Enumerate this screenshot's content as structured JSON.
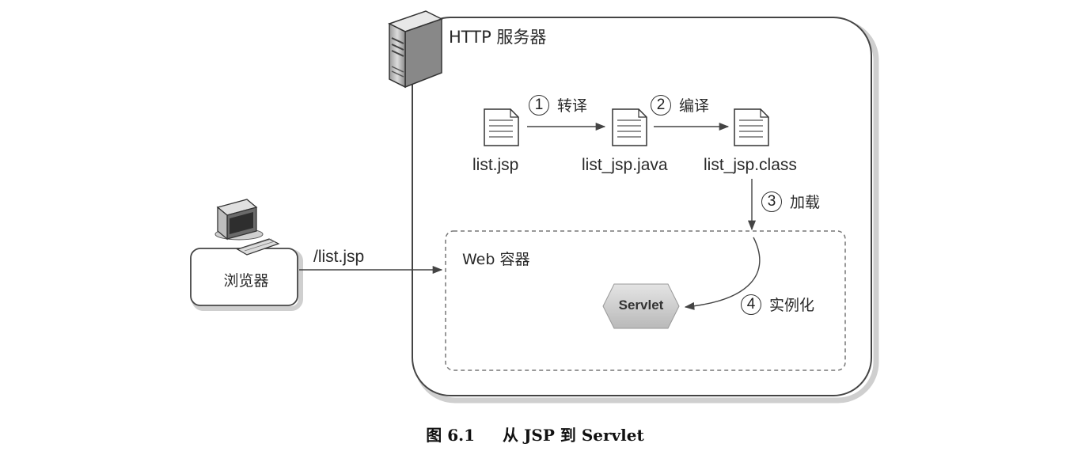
{
  "server": {
    "label": "HTTP 服务器"
  },
  "browser": {
    "label": "浏览器"
  },
  "request": {
    "path": "/list.jsp"
  },
  "container": {
    "label": "Web 容器"
  },
  "files": {
    "jsp": "list.jsp",
    "java": "list_jsp.java",
    "class": "list_jsp.class"
  },
  "steps": [
    {
      "num": "1",
      "label": "转译"
    },
    {
      "num": "2",
      "label": "编译"
    },
    {
      "num": "3",
      "label": "加载"
    },
    {
      "num": "4",
      "label": "实例化"
    }
  ],
  "servlet": {
    "label": "Servlet"
  },
  "caption": {
    "figure": "图 6.1",
    "title": "从 JSP 到 Servlet"
  }
}
